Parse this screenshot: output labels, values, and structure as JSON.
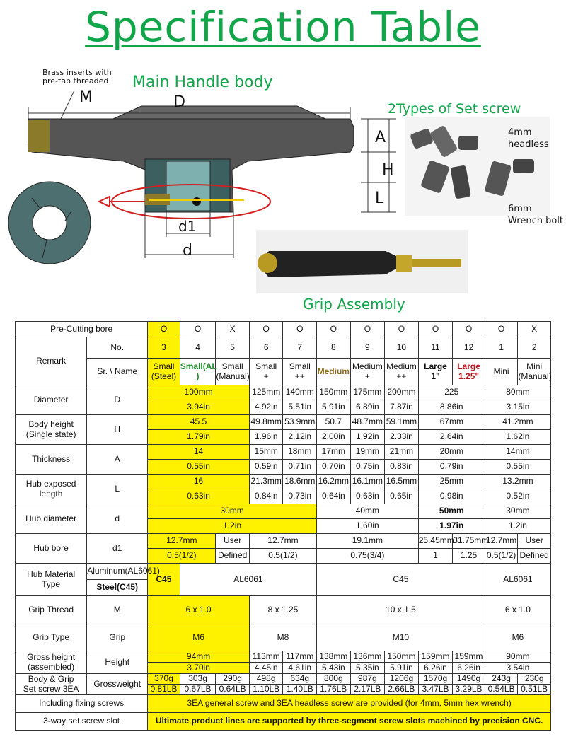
{
  "title": "Specification Table",
  "diagram": {
    "brass_note": "Brass inserts with\npre-tap threaded",
    "main_body": "Main Handle body",
    "set_screw_title": "2Types of Set screw",
    "headless": "4mm\nheadless",
    "wrench": "6mm\nWrench bolt",
    "grip_assembly": "Grip Assembly",
    "dim_M": "M",
    "dim_D": "D",
    "dim_A": "A",
    "dim_H": "H",
    "dim_L": "L",
    "dim_d1": "d1",
    "dim_d": "d"
  },
  "table": {
    "precut_label": "Pre-Cutting bore",
    "precut": [
      "O",
      "O",
      "X",
      "O",
      "O",
      "O",
      "O",
      "O",
      "O",
      "O",
      "O",
      "X"
    ],
    "remark": "Remark",
    "no_label": "No.",
    "numbers": [
      "3",
      "4",
      "5",
      "6",
      "7",
      "8",
      "9",
      "10",
      "11",
      "12",
      "1",
      "2"
    ],
    "name_label": "Sr. \\ Name",
    "names": [
      "Small\n(Steel)",
      "Small(AL\n)",
      "Small\n(Manual)",
      "Small\n+",
      "Small\n++",
      "Medium",
      "Medium\n+",
      "Medium\n++",
      "Large 1\"",
      "Large\n1.25\"",
      "Mini",
      "Mini\n(Manual)"
    ],
    "diameter": {
      "label": "Diameter",
      "sym": "D",
      "mm": [
        "100mm",
        "125mm",
        "140mm",
        "150mm",
        "175mm",
        "200mm",
        "225",
        "80mm"
      ],
      "inch": [
        "3.94in",
        "4.92in",
        "5.51in",
        "5.91in",
        "6.89in",
        "7.87in",
        "8.86in",
        "3.15in"
      ]
    },
    "body_height": {
      "label": "Body height\n(Single state)",
      "sym": "H",
      "mm": [
        "45.5",
        "49.8mm",
        "53.9mm",
        "50.7",
        "48.7mm",
        "59.1mm",
        "67mm",
        "41.2mm"
      ],
      "inch": [
        "1.79in",
        "1.96in",
        "2.12in",
        "2.00in",
        "1.92in",
        "2.33in",
        "2.64in",
        "1.62in"
      ]
    },
    "thickness": {
      "label": "Thickness",
      "sym": "A",
      "mm": [
        "14",
        "15mm",
        "18mm",
        "17mm",
        "19mm",
        "21mm",
        "20mm",
        "14mm"
      ],
      "inch": [
        "0.55in",
        "0.59in",
        "0.71in",
        "0.70in",
        "0.75in",
        "0.83in",
        "0.79in",
        "0.55in"
      ]
    },
    "hub_exposed": {
      "label": "Hub exposed\nlength",
      "sym": "L",
      "mm": [
        "16",
        "21.3mm",
        "18.6mm",
        "16.2mm",
        "16.1mm",
        "16.5mm",
        "25mm",
        "13.2mm"
      ],
      "inch": [
        "0.63in",
        "0.84in",
        "0.73in",
        "0.64in",
        "0.63in",
        "0.65in",
        "0.98in",
        "0.52in"
      ]
    },
    "hub_diameter": {
      "label": "Hub diameter",
      "sym": "d",
      "mm": [
        "30mm",
        "40mm",
        "50mm",
        "30mm"
      ],
      "inch": [
        "1.2in",
        "1.60in",
        "1.97in",
        "1.2in"
      ]
    },
    "hub_bore": {
      "label": "Hub bore",
      "sym": "d1",
      "mm": [
        "12.7mm",
        "User",
        "12.7mm",
        "19.1mm",
        "25.45mm",
        "31.75mm",
        "12.7mm",
        "User"
      ],
      "inch": [
        "0.5(1/2)",
        "Defined",
        "0.5(1/2)",
        "0.75(3/4)",
        "1",
        "1.25",
        "0.5(1/2)",
        "Defined"
      ]
    },
    "hub_material": {
      "label": "Hub Material\nType",
      "al_label": "Aluminum(AL6061)",
      "steel_label": "Steel(C45)",
      "values": [
        "C45",
        "AL6061",
        "C45",
        "AL6061"
      ]
    },
    "grip_thread": {
      "label": "Grip Thread",
      "sym": "M",
      "values": [
        "6 x 1.0",
        "8 x 1.25",
        "10 x 1.5",
        "6 x 1.0"
      ]
    },
    "grip_type": {
      "label": "Grip Type",
      "sym": "Grip",
      "values": [
        "M6",
        "M8",
        "M10",
        "M6"
      ]
    },
    "gross_height": {
      "label": "Gross height\n(assembled)",
      "sym": "Height",
      "mm": [
        "94mm",
        "113mm",
        "117mm",
        "138mm",
        "136mm",
        "150mm",
        "159mm",
        "159mm",
        "90mm"
      ],
      "inch": [
        "3.70in",
        "4.45in",
        "4.61in",
        "5.43in",
        "5.35in",
        "5.91in",
        "6.26in",
        "6.26in",
        "3.54in"
      ]
    },
    "gross_weight": {
      "label": "Body & Grip\nSet screw 3EA",
      "sym": "Grossweight",
      "g": [
        "370g",
        "303g",
        "290g",
        "498g",
        "634g",
        "800g",
        "987g",
        "1206g",
        "1570g",
        "1490g",
        "243g",
        "230g"
      ],
      "lb": [
        "0.81LB",
        "0.67LB",
        "0.64LB",
        "1.10LB",
        "1.40LB",
        "1.76LB",
        "2.17LB",
        "2.66LB",
        "3.47LB",
        "3.29LB",
        "0.54LB",
        "0.51LB"
      ]
    },
    "fixing": {
      "label": "Including fixing screws",
      "text": "3EA general screw and 3EA headless screw are provided (for 4mm, 5mm hex wrench)"
    },
    "slot": {
      "label": "3-way set screw slot",
      "text": "Ultimate product lines are supported by three-segment screw slots machined by precision CNC."
    }
  }
}
